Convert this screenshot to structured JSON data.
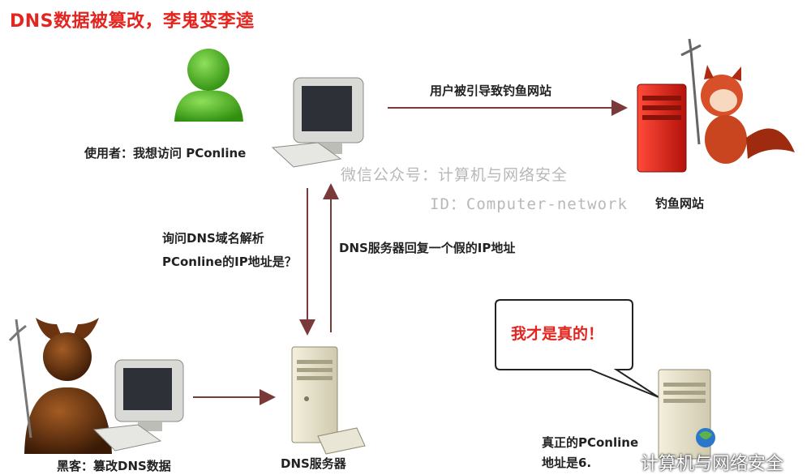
{
  "title": "DNS数据被篡改，李鬼变李逵",
  "user_label": "使用者：我想访问 PConline",
  "redirect_label": "用户被引导致钓鱼网站",
  "phishing_label": "钓鱼网站",
  "query_label_line1": "询问DNS域名解析",
  "query_label_line2": "PConline的IP地址是？",
  "reply_label": "DNS服务器回复一个假的IP地址",
  "dns_server_label": "DNS服务器",
  "hacker_label": "黑客：篡改DNS数据",
  "real_claim": "我才是真的！",
  "real_label_line1": "真正的PConline",
  "real_label_line2": "地址是6.",
  "watermark_line1": "微信公众号：计算机与网络安全",
  "watermark_line2": "ID：Computer-network",
  "watermark_bottom": "计算机与网络安全",
  "colors": {
    "title": "#e4241e",
    "user_icon": "#3aa416",
    "phishing_server": "#e52b1b",
    "devil": "#c8451f",
    "arrow": "#7a3a3a"
  }
}
